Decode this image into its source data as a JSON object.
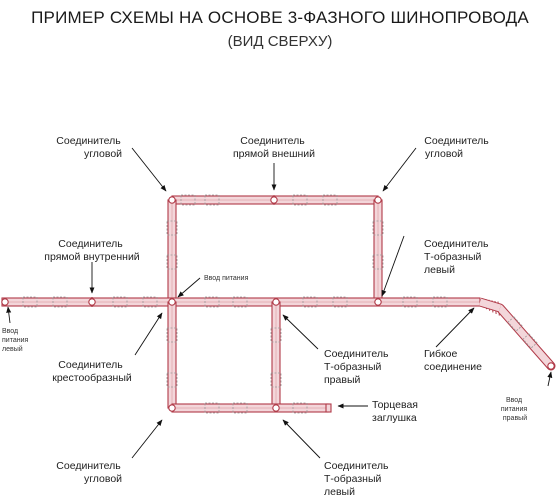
{
  "header": {
    "title": "ПРИМЕР СХЕМЫ НА ОСНОВЕ 3-ФАЗНОГО ШИНОПРОВОДА",
    "subtitle": "(ВИД СВЕРХУ)"
  },
  "labels": {
    "corner_top_left": [
      "Соединитель",
      "угловой"
    ],
    "straight_outer": [
      "Соединитель",
      "прямой внешний"
    ],
    "corner_top_right": [
      "Соединитель",
      "угловой"
    ],
    "straight_inner": [
      "Соединитель",
      "прямой внутренний"
    ],
    "power_input": [
      "Ввод питания"
    ],
    "t_left_right": [
      "Соединитель",
      "Т-образный",
      "левый"
    ],
    "power_left": [
      "Ввод",
      "питания",
      "левый"
    ],
    "cross": [
      "Соединитель",
      "крестообразный"
    ],
    "t_right": [
      "Соединитель",
      "Т-образный",
      "правый"
    ],
    "flexible": [
      "Гибкое",
      "соединение"
    ],
    "power_right": [
      "Ввод",
      "питания",
      "правый"
    ],
    "end_cap": [
      "Торцевая",
      "заглушка"
    ],
    "corner_bottom": [
      "Соединитель",
      "угловой"
    ],
    "t_left_bottom": [
      "Соединитель",
      "Т-образный",
      "левый"
    ]
  },
  "colors": {
    "track_outline": "#b03a48",
    "track_fill": "#f3d6da",
    "joint": "#9a9a9a",
    "arrow": "#111111"
  }
}
